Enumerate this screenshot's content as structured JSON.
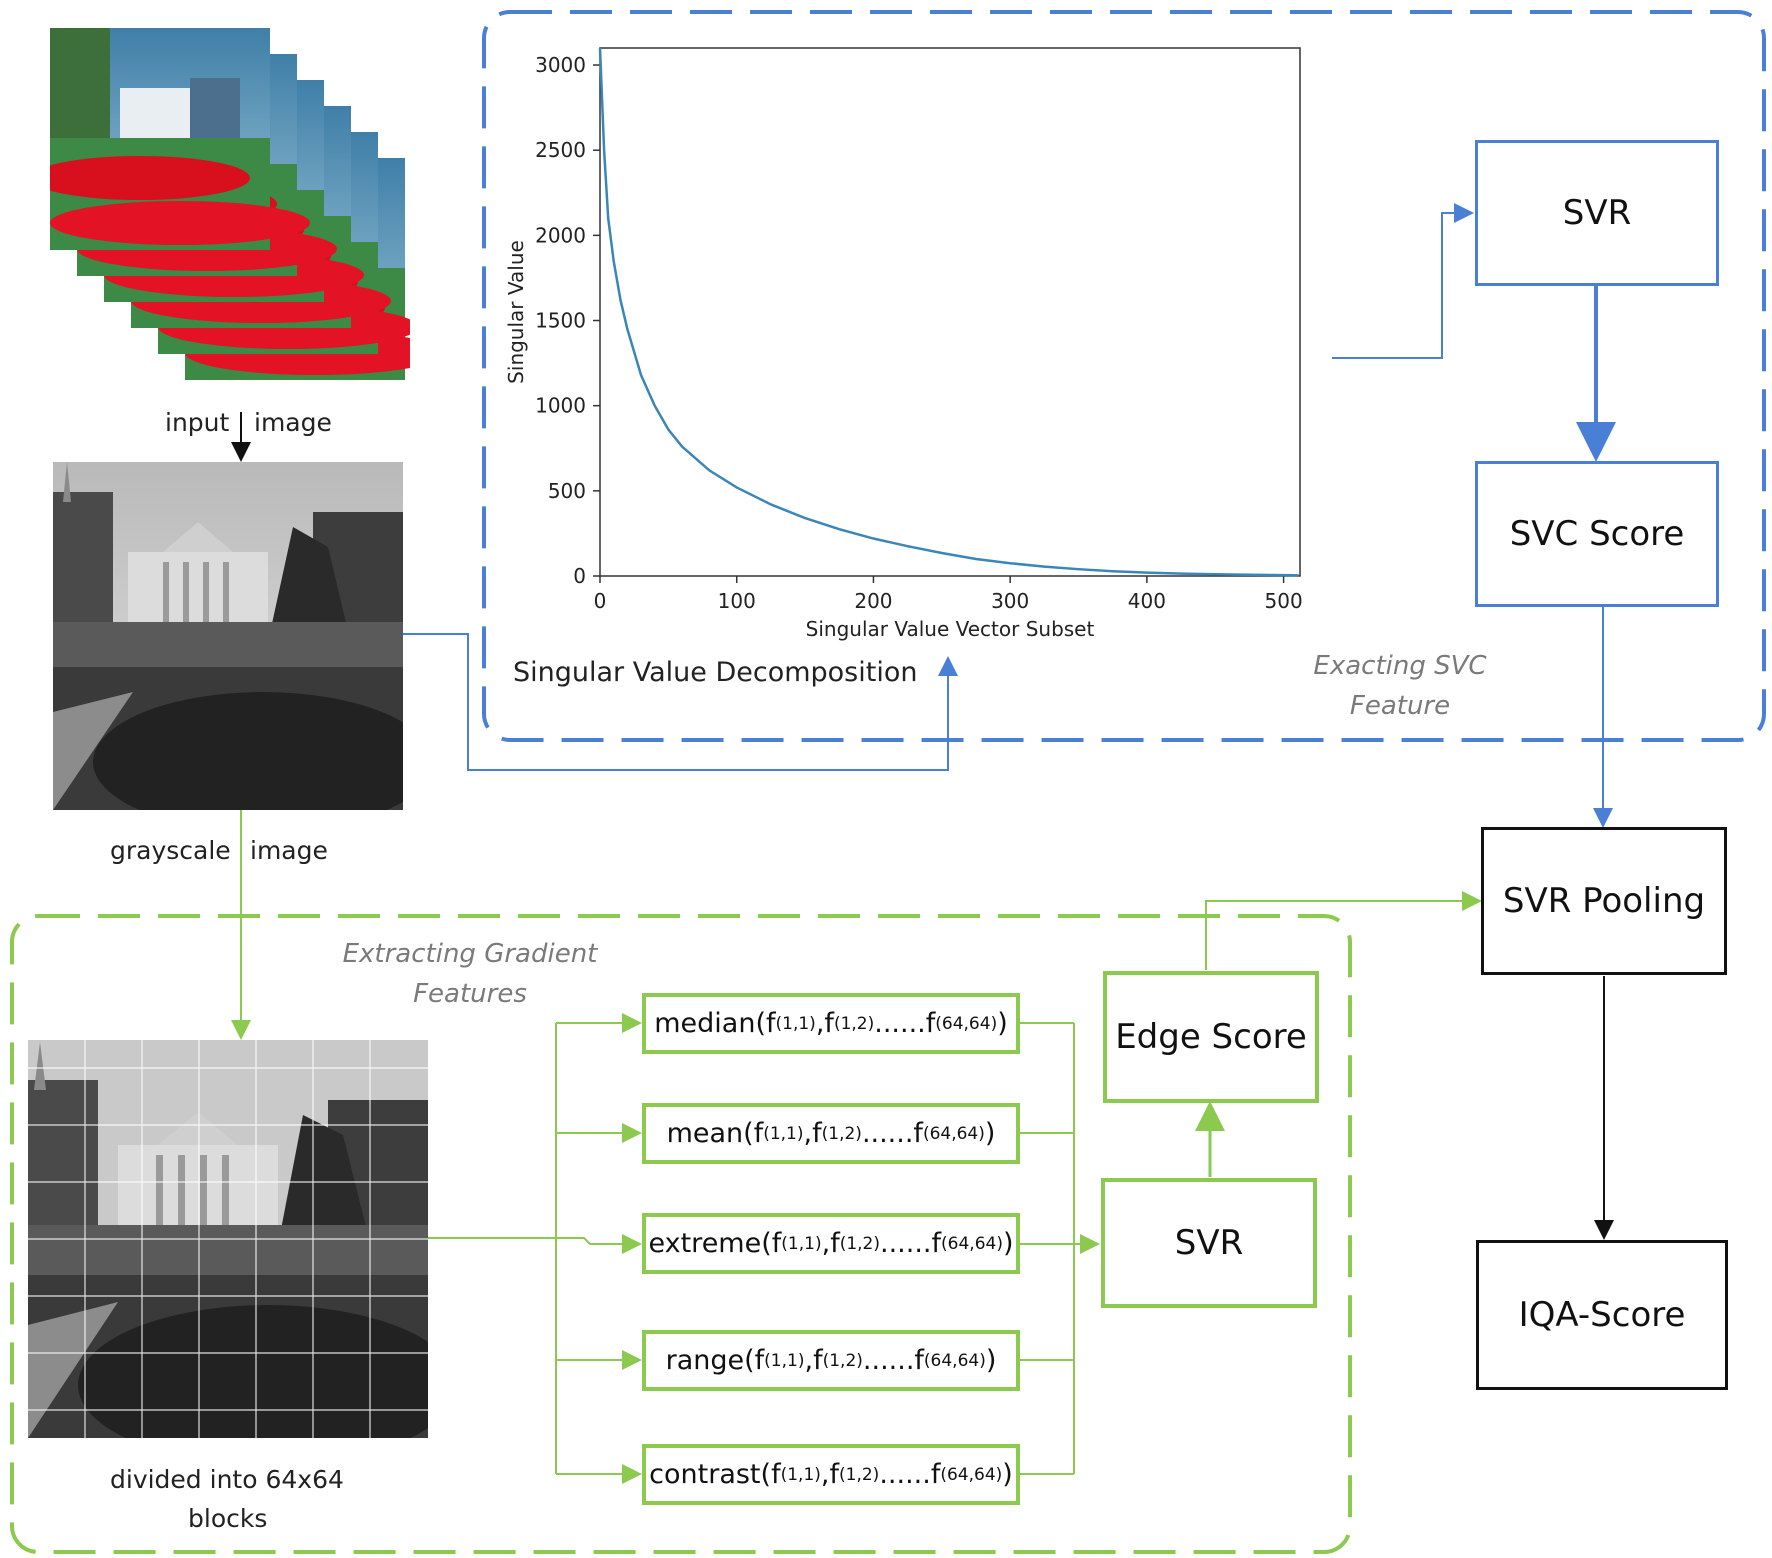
{
  "labels": {
    "input": "input",
    "input_image": "image",
    "grayscale": "grayscale",
    "grayscale_image": "image",
    "blocks_line1": "divided into 64x64",
    "blocks_line2": "blocks",
    "svd_caption": "Singular Value Decomposition",
    "svc_region_line1": "Exacting SVC",
    "svc_region_line2": "Feature",
    "grad_region_line1": "Extracting Gradient",
    "grad_region_line2": "Features"
  },
  "boxes": {
    "svr_top": "SVR",
    "svc_score": "SVC Score",
    "svr_pooling": "SVR Pooling",
    "iqa_score": "IQA-Score",
    "edge_score": "Edge Score",
    "svr_bottom": "SVR"
  },
  "features": [
    {
      "fn": "median",
      "args": [
        {
          "f": "f",
          "s": "(1,1)"
        },
        {
          "f": "f",
          "s": "(1,2)"
        },
        {
          "f": "......f",
          "s": "(64,64)"
        }
      ]
    },
    {
      "fn": "mean",
      "args": [
        {
          "f": "f",
          "s": "(1,1)"
        },
        {
          "f": "f",
          "s": "(1,2)"
        },
        {
          "f": "......f",
          "s": "(64,64)"
        }
      ]
    },
    {
      "fn": "extreme",
      "args": [
        {
          "f": "f",
          "s": "(1,1)"
        },
        {
          "f": "f",
          "s": "(1,2)"
        },
        {
          "f": "......f",
          "s": "(64,64)"
        }
      ]
    },
    {
      "fn": "range",
      "args": [
        {
          "f": "f",
          "s": "(1,1)"
        },
        {
          "f": "f",
          "s": "(1,2)"
        },
        {
          "f": "......f",
          "s": "(64,64)"
        }
      ]
    },
    {
      "fn": "contrast",
      "args": [
        {
          "f": "f",
          "s": "(1,1)"
        },
        {
          "f": "f",
          "s": "(1,2)"
        },
        {
          "f": "......f",
          "s": "(64,64)"
        }
      ]
    }
  ],
  "chart_data": {
    "type": "line",
    "xlabel": "Singular Value Vector Subset",
    "ylabel": "Singular Value",
    "xlim": [
      0,
      512
    ],
    "ylim": [
      0,
      3100
    ],
    "xticks": [
      0,
      100,
      200,
      300,
      400,
      500
    ],
    "yticks": [
      0,
      500,
      1000,
      1500,
      2000,
      2500,
      3000
    ],
    "series": [
      {
        "color": "#3a86b8",
        "x": [
          0,
          3,
          6,
          10,
          15,
          20,
          30,
          40,
          50,
          60,
          80,
          100,
          125,
          150,
          175,
          200,
          225,
          250,
          275,
          300,
          325,
          350,
          375,
          400,
          425,
          450,
          475,
          500,
          511
        ],
        "y": [
          3100,
          2500,
          2100,
          1850,
          1620,
          1450,
          1180,
          1000,
          860,
          760,
          620,
          520,
          420,
          340,
          275,
          220,
          175,
          135,
          100,
          75,
          55,
          40,
          28,
          20,
          14,
          10,
          7,
          5,
          4
        ]
      }
    ]
  },
  "colors": {
    "blue": "#4a7fd6",
    "green": "#8cc94f",
    "black": "#111111",
    "curve": "#3a86b8"
  }
}
